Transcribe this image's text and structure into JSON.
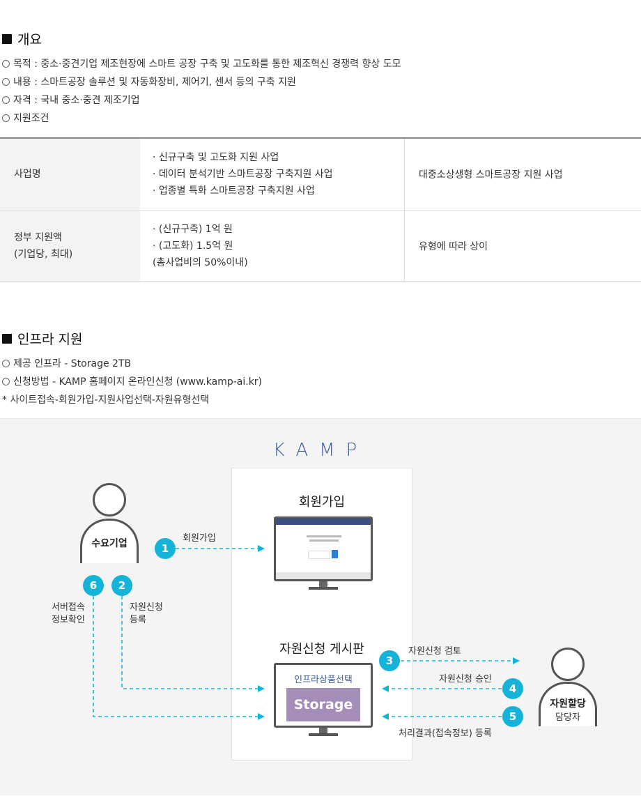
{
  "overview": {
    "title": "개요",
    "bullets": [
      "목적 : 중소·중견기업 제조현장에 스마트 공장 구축 및 고도화를 통한 제조혁신 경쟁력 향상 도모",
      "내용 : 스마트공장 솔루션 및 자동화장비, 제어기, 센서 등의 구축 지원",
      "자격 : 국내 중소·중견 제조기업",
      "지원조건"
    ]
  },
  "table": {
    "rows": [
      {
        "header": "사업명",
        "header2": "",
        "mid": [
          "· 신규구축 및 고도화 지원 사업",
          "· 데이터 분석기반 스마트공장 구축지원 사업",
          "· 업종별 특화 스마트공장 구축지원 사업"
        ],
        "right": "대중소상생형 스마트공장 지원 사업"
      },
      {
        "header": "정부 지원액",
        "header2": "(기업당, 최대)",
        "mid": [
          "· (신규구축) 1억 원",
          "· (고도화) 1.5억 원",
          "(총사업비의 50%이내)"
        ],
        "right": "유형에 따라 상이"
      }
    ]
  },
  "infra": {
    "title": "인프라 지원",
    "bullets": [
      "제공 인프라 - Storage 2TB",
      "신청방법 - KAMP 홈페이지 온라인신청 (www.kamp-ai.kr)"
    ],
    "note": "* 사이트접속-회원가입-지원사업선택-자원유형선택"
  },
  "diagram": {
    "logo": "KAMP",
    "signup_title": "회원가입",
    "board_title": "자원신청 게시판",
    "infra_select": "인프라상품선택",
    "storage": "Storage",
    "left_person": "수요기업",
    "right_person_line1": "자원할당",
    "right_person_line2": "담당자",
    "steps": [
      {
        "num": "1",
        "label": "회원가입"
      },
      {
        "num": "2",
        "label": "자원신청\n등록"
      },
      {
        "num": "3",
        "label": "자원신청 검토"
      },
      {
        "num": "4",
        "label": "자원신청 승인"
      },
      {
        "num": "5",
        "label": "처리결과(접속정보) 등록"
      },
      {
        "num": "6",
        "label": "서버접속\n정보확인"
      }
    ]
  },
  "colors": {
    "accent": "#16b3d8",
    "storage": "#a48eb9",
    "logo": "#3a5fa8"
  }
}
